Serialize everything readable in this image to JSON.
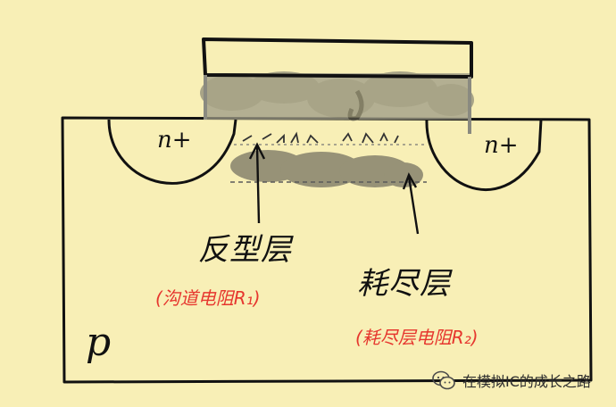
{
  "labels": {
    "substrate": "p",
    "source": "n+",
    "drain": "n+",
    "inversion_layer": "反型层",
    "inversion_note": "(沟道电阻R₁)",
    "depletion_layer": "耗尽层",
    "depletion_note": "(耗尽层电阻R₂)"
  },
  "watermark": {
    "text": "在模拟IC的成长之路"
  },
  "colors": {
    "background": "#f8efb6",
    "ink": "#111111",
    "annotation_red": "#e6362e",
    "gate_shade": "#9c9a86",
    "depletion_shade": "#7f7b68"
  }
}
